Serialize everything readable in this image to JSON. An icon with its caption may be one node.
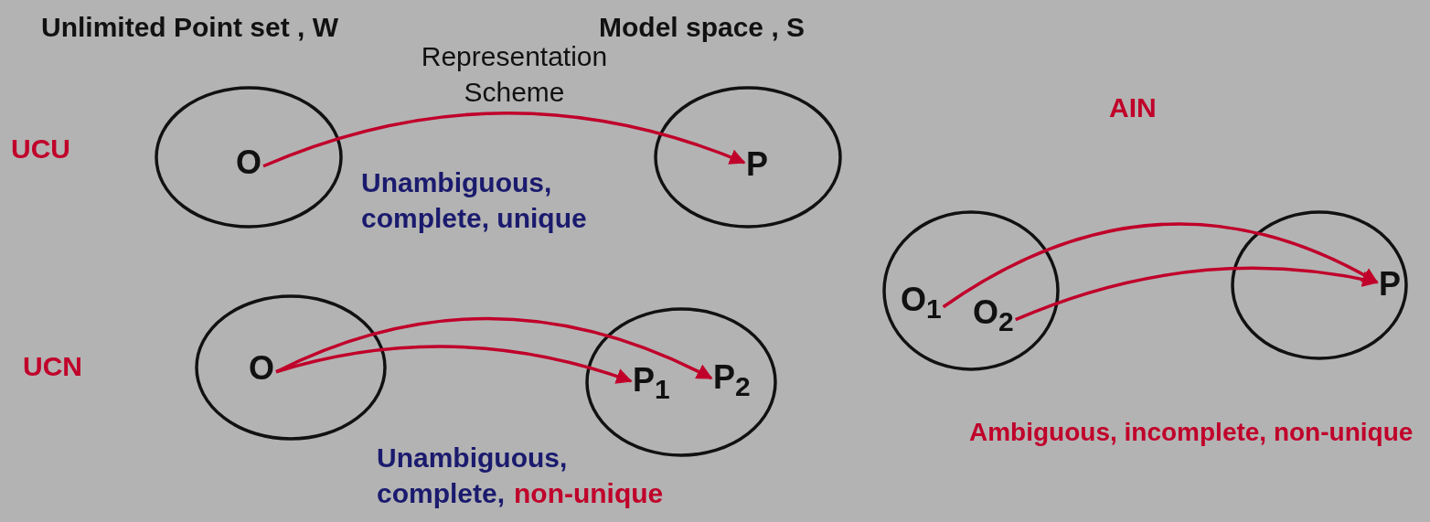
{
  "diagram": {
    "nodes": [
      {
        "text": [],
        "shape": "circle"
      },
      {
        "text": [
          "O"
        ],
        "in": 0
      },
      {
        "text": [],
        "shape": "circle"
      },
      {
        "text": [
          "P"
        ],
        "in": 2
      },
      {
        "text": [],
        "shape": "circle"
      },
      {
        "text": [
          "O"
        ],
        "in": 4
      },
      {
        "text": [],
        "shape": "circle"
      },
      {
        "text": [
          "P$_{1}$"
        ],
        "in": 6
      },
      {
        "text": [
          "P$_{2}$"
        ],
        "in": 6
      },
      {
        "text": [],
        "shape": "circle"
      },
      {
        "text": [
          "O$_{1}$"
        ],
        "in": 9
      },
      {
        "text": [
          "O$_{2}$"
        ],
        "in": 9
      },
      {
        "text": [],
        "shape": "circle"
      },
      {
        "text": [
          "P"
        ],
        "in": 12
      }
    ],
    "edges": [
      {
        "from": 1,
        "to": 3,
        "arrow": "to",
        "label": "Representation Scheme"
      },
      {
        "from": 5,
        "to": 7,
        "arrow": "to"
      },
      {
        "from": 5,
        "to": 8,
        "arrow": "to"
      },
      {
        "from": 10,
        "to": 13,
        "arrow": "to"
      },
      {
        "from": 11,
        "to": 13,
        "arrow": "to"
      }
    ],
    "labels": [
      "Unlimited Point set , W",
      "Model space , S",
      "UCU",
      "AIN",
      "Unambiguous, complete, unique",
      "UCN",
      "Ambiguous, incomplete, non-unique",
      "Unambiguous, complete,",
      "non-unique"
    ]
  }
}
